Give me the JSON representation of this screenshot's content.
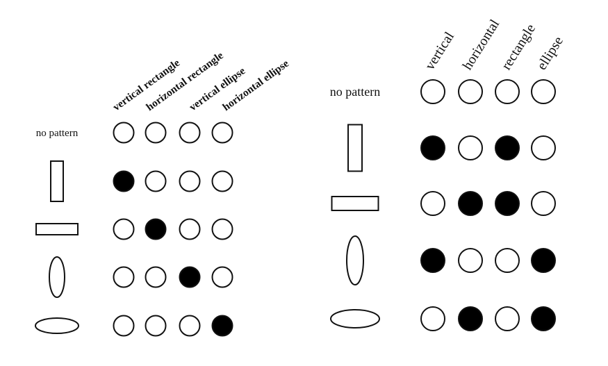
{
  "left_panel": {
    "columns": [
      "vertical rectangle",
      "horizontal rectangle",
      "vertical ellipse",
      "horizontal ellipse"
    ],
    "rows": [
      {
        "label": "no pattern",
        "shape": "none",
        "states": [
          0,
          0,
          0,
          0
        ]
      },
      {
        "label": "",
        "shape": "vertical-rectangle",
        "states": [
          1,
          0,
          0,
          0
        ]
      },
      {
        "label": "",
        "shape": "horizontal-rectangle",
        "states": [
          0,
          1,
          0,
          0
        ]
      },
      {
        "label": "",
        "shape": "vertical-ellipse",
        "states": [
          0,
          0,
          1,
          0
        ]
      },
      {
        "label": "",
        "shape": "horizontal-ellipse",
        "states": [
          0,
          0,
          0,
          1
        ]
      }
    ]
  },
  "right_panel": {
    "columns": [
      "vertical",
      "horizontal",
      "rectangle",
      "ellipse"
    ],
    "rows": [
      {
        "label": "no pattern",
        "shape": "none",
        "states": [
          0,
          0,
          0,
          0
        ]
      },
      {
        "label": "",
        "shape": "vertical-rectangle",
        "states": [
          1,
          0,
          1,
          0
        ]
      },
      {
        "label": "",
        "shape": "horizontal-rectangle",
        "states": [
          0,
          1,
          1,
          0
        ]
      },
      {
        "label": "",
        "shape": "vertical-ellipse",
        "states": [
          1,
          0,
          0,
          1
        ]
      },
      {
        "label": "",
        "shape": "horizontal-ellipse",
        "states": [
          0,
          1,
          0,
          1
        ]
      }
    ]
  },
  "colors": {
    "active_fill": "#000000",
    "inactive_fill": "#ffffff",
    "stroke": "#111111"
  }
}
